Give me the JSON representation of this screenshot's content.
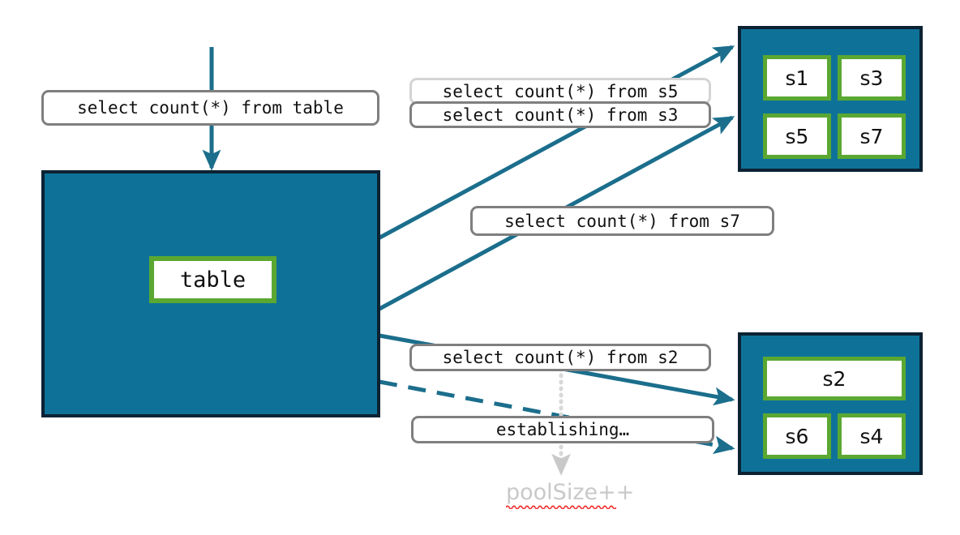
{
  "diagram": {
    "title": "connection pool query routing",
    "colors": {
      "pool_fill": "#0E7298",
      "pool_border": "#0C2233",
      "connection_border": "#5AA832",
      "edge": "#1B6E8C",
      "pill_border": "#7F7F7F",
      "pill_border_faint": "#D4D4D4",
      "muted_text": "#C9C9C9",
      "spellcheck_underline": "#F03030"
    }
  },
  "table_box": {
    "node_label": "table"
  },
  "pool_top": {
    "connections": [
      {
        "label": "s1"
      },
      {
        "label": "s3"
      },
      {
        "label": "s5"
      },
      {
        "label": "s7"
      }
    ]
  },
  "pool_bottom": {
    "connections": [
      {
        "label": "s2"
      },
      {
        "label": "s6"
      },
      {
        "label": "s4"
      }
    ]
  },
  "labels": {
    "query_table": "select count(*) from table",
    "query_s5": "select count(*) from s5",
    "query_s3": "select count(*) from s3",
    "query_s7": "select count(*) from s7",
    "query_s2": "select count(*) from s2",
    "establishing": "establishing…",
    "pool_size": "poolSize++"
  }
}
